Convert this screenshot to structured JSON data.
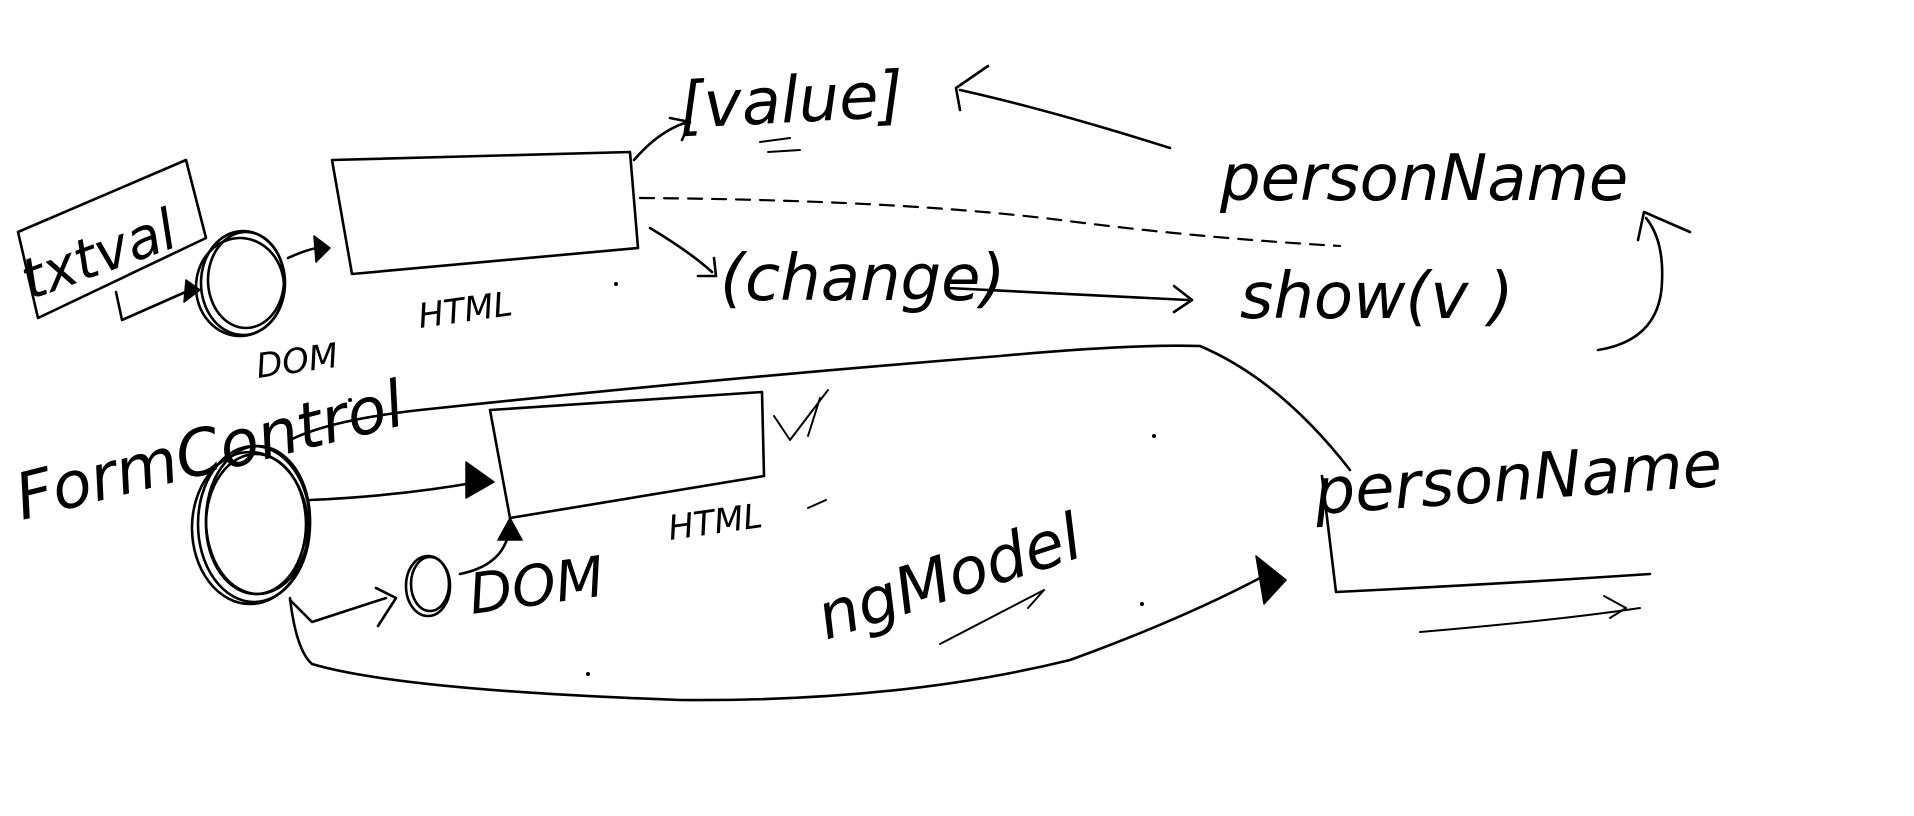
{
  "labels": {
    "txtval": "txtval",
    "value_binding": "[value]",
    "person_name_top": "personName",
    "html_top": "HTML",
    "change_event": "(change)",
    "show_call": "show(v )",
    "dom_top": "DOM",
    "form_control": "FormControl",
    "html_bottom": "HTML",
    "dom_bottom": "DOM",
    "ng_model": "ngModel",
    "person_name_bottom": "personName"
  }
}
